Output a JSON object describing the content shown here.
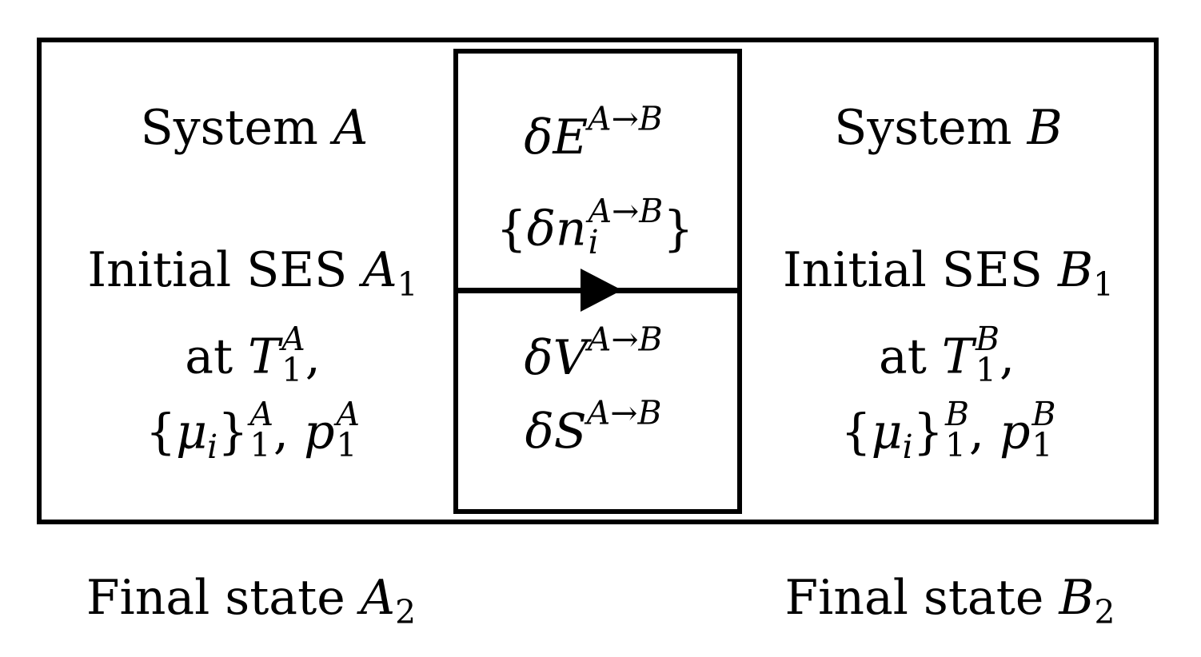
{
  "system_a": {
    "title_word": "System",
    "title_var": "A",
    "initial_word": "Initial SES",
    "initial_var": "A",
    "initial_sub": "1",
    "at_word": "at",
    "temp_var": "T",
    "temp_sup": "A",
    "temp_sub": "1",
    "mu_open": "{",
    "mu_var": "μ",
    "mu_sub": "i",
    "mu_close": "}",
    "mu_sup": "A",
    "mu_lower": "1",
    "p_var": "p",
    "p_sup": "A",
    "p_sub": "1",
    "final_word": "Final state",
    "final_var": "A",
    "final_sub": "2"
  },
  "system_b": {
    "title_word": "System",
    "title_var": "B",
    "initial_word": "Initial SES",
    "initial_var": "B",
    "initial_sub": "1",
    "at_word": "at",
    "temp_var": "T",
    "temp_sup": "B",
    "temp_sub": "1",
    "mu_open": "{",
    "mu_var": "μ",
    "mu_sub": "i",
    "mu_close": "}",
    "mu_sup": "B",
    "mu_lower": "1",
    "p_var": "p",
    "p_sup": "B",
    "p_sub": "1",
    "final_word": "Final state",
    "final_var": "B",
    "final_sub": "2"
  },
  "exchange": {
    "energy_var": "δE",
    "energy_sup": "A→B",
    "moles_open": "{",
    "moles_var": "δn",
    "moles_sup": "A→B",
    "moles_sub": "i",
    "moles_close": "}",
    "volume_var": "δV",
    "volume_sup": "A→B",
    "entropy_var": "δS",
    "entropy_sup": "A→B"
  }
}
